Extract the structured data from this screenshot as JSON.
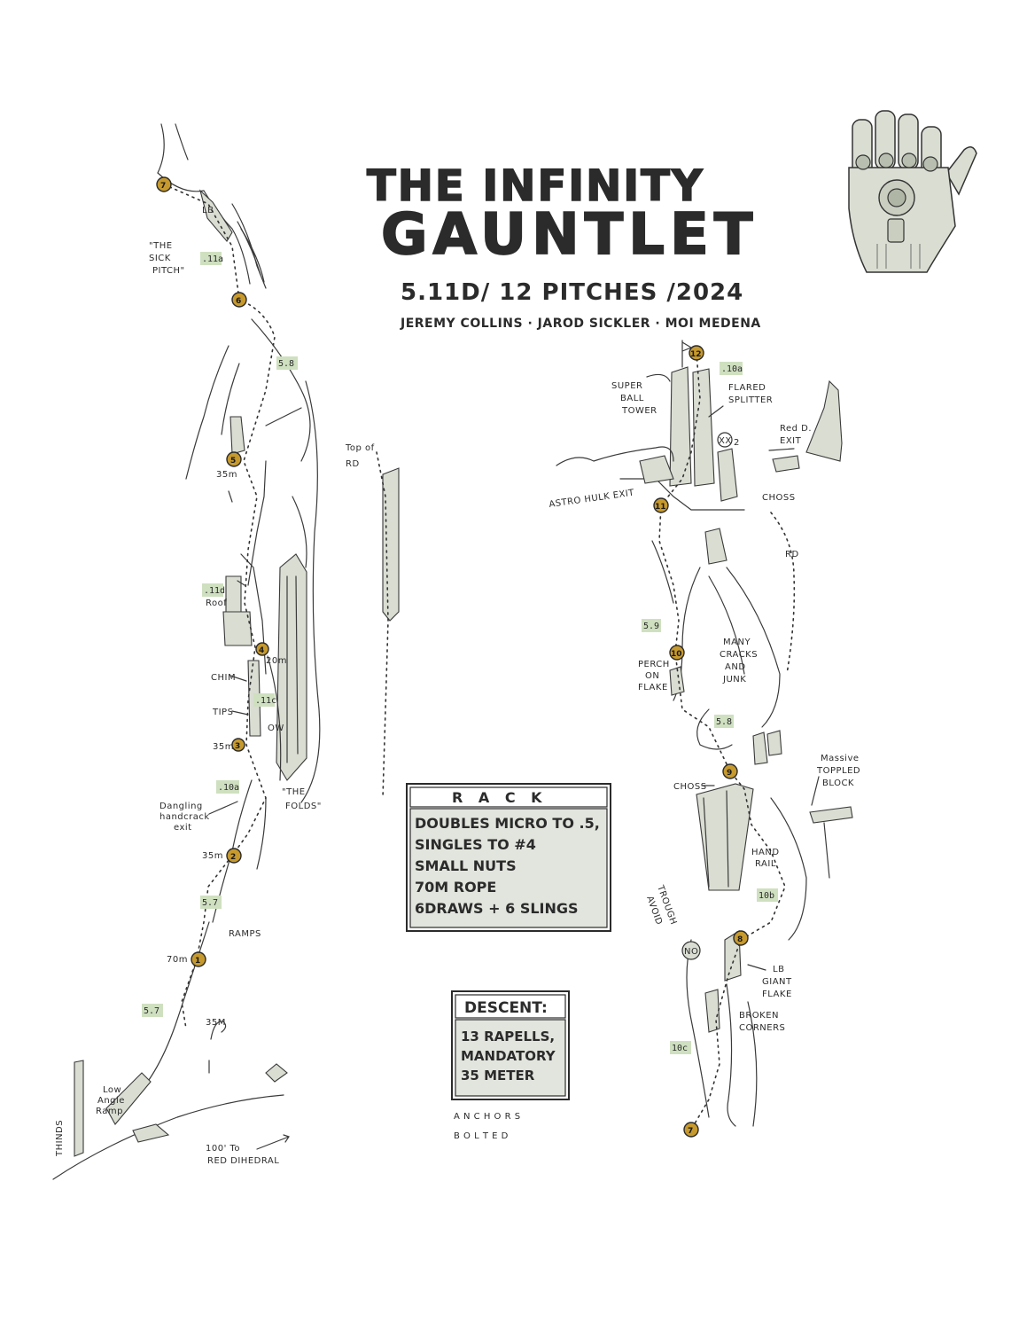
{
  "title": {
    "line1": "THE INFINITY",
    "line2": "GAUNTLET",
    "stats": "5.11D/ 12 PITCHES /2024",
    "authors": "JEREMY COLLINS · JAROD SICKLER · MOI MEDENA"
  },
  "rack": {
    "header": "R A C K",
    "items": [
      "DOUBLES MICRO TO .5,",
      "SINGLES TO #4",
      "SMALL NUTS",
      "70M ROPE",
      "6DRAWS + 6 SLINGS"
    ]
  },
  "descent": {
    "header": "DESCENT:",
    "lines": [
      "13 RAPELLS,",
      "MANDATORY",
      "35 METER"
    ],
    "note1": "A N C H O R S",
    "note2": "B O L T E D"
  },
  "left_topo": {
    "belays": [
      "7",
      "6",
      "5",
      "4",
      "3",
      "2",
      "1"
    ],
    "grades": [
      ".11a",
      "5.8",
      ".11d",
      ".11c",
      ".10a",
      "5.7",
      "5.7"
    ],
    "labels": {
      "lb": "LB",
      "sick1": "\"THE",
      "sick2": "SICK",
      "sick3": "PITCH\"",
      "m35a": "35m",
      "m35b": "35m",
      "m35c": "35m",
      "m35d": "35M",
      "m70": "70m",
      "m20": "20m",
      "roof": "Roof",
      "chim": "CHIM",
      "tips": "TIPS",
      "ow": "OW",
      "dangling1": "Dangling",
      "dangling2": "handcrack",
      "dangling3": "exit",
      "folds1": "\"THE",
      "folds2": "FOLDS\"",
      "ramps": "RAMPS",
      "lowangle1": "Low",
      "lowangle2": "Angle",
      "lowangle3": "Ramp",
      "thinds": "THINDS",
      "reddihedral1": "100' To",
      "reddihedral2": "RED DIHEDRAL",
      "toprd1": "Top of",
      "toprd2": "RD"
    }
  },
  "right_topo": {
    "belays": [
      "12",
      "11",
      "10",
      "9",
      "8",
      "7"
    ],
    "grades": [
      ".10a",
      "5.9",
      "5.8",
      "10b",
      "10c"
    ],
    "labels": {
      "superball1": "SUPER",
      "superball2": "BALL",
      "superball3": "TOWER",
      "flared1": "FLARED",
      "flared2": "SPLITTER",
      "xx2": "XX",
      "two": "2",
      "redd1": "Red D.",
      "redd2": "EXIT",
      "astro": "ASTRO HULK EXIT",
      "choss1": "CHOSS",
      "choss2": "CHOSS",
      "rd": "RD",
      "many1": "MANY",
      "many2": "CRACKS",
      "many3": "AND",
      "many4": "JUNK",
      "perch1": "PERCH",
      "perch2": "ON",
      "perch3": "FLAKE",
      "massive1": "Massive",
      "massive2": "TOPPLED",
      "massive3": "BLOCK",
      "handrail1": "HAND",
      "handrail2": "RAIL",
      "trough1": "TROUGH",
      "trough2": "AVOID",
      "no": "NO",
      "lb": "LB",
      "giant1": "GIANT",
      "giant2": "FLAKE",
      "broken1": "BROKEN",
      "broken2": "CORNERS"
    }
  }
}
